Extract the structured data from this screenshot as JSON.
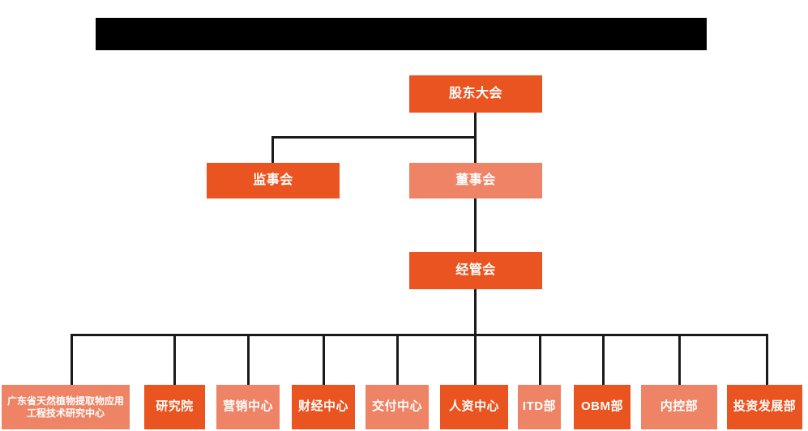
{
  "diagram": {
    "type": "org-chart",
    "title_bar": {
      "label": "",
      "redacted": true,
      "color": "#000000"
    },
    "colors": {
      "dark_orange": "#ea5420",
      "light_orange": "#ee8465",
      "connector": "#1a1a1a",
      "text": "#ffffff",
      "background": "#ffffff"
    },
    "levels": [
      {
        "name": "level-1",
        "nodes": [
          {
            "id": "shareholders-meeting",
            "label": "股东大会",
            "tone": "dark"
          }
        ]
      },
      {
        "name": "level-2",
        "nodes": [
          {
            "id": "board-of-supervisors",
            "label": "监事会",
            "tone": "dark"
          },
          {
            "id": "board-of-directors",
            "label": "董事会",
            "tone": "light"
          }
        ]
      },
      {
        "name": "level-3",
        "nodes": [
          {
            "id": "management-committee",
            "label": "经管会",
            "tone": "dark"
          }
        ]
      },
      {
        "name": "level-4",
        "nodes": [
          {
            "id": "gd-natural-plant-extract-center",
            "label": "广东省天然植物提取物应用工程技术研究中心",
            "tone": "light"
          },
          {
            "id": "research-institute",
            "label": "研究院",
            "tone": "dark"
          },
          {
            "id": "marketing-center",
            "label": "营销中心",
            "tone": "light"
          },
          {
            "id": "finance-center",
            "label": "财经中心",
            "tone": "dark"
          },
          {
            "id": "delivery-center",
            "label": "交付中心",
            "tone": "light"
          },
          {
            "id": "human-resources-center",
            "label": "人资中心",
            "tone": "dark"
          },
          {
            "id": "itd-department",
            "label": "ITD部",
            "tone": "light"
          },
          {
            "id": "obm-department",
            "label": "OBM部",
            "tone": "dark"
          },
          {
            "id": "internal-control-department",
            "label": "内控部",
            "tone": "light"
          },
          {
            "id": "investment-development-department",
            "label": "投资发展部",
            "tone": "dark"
          }
        ]
      }
    ]
  }
}
